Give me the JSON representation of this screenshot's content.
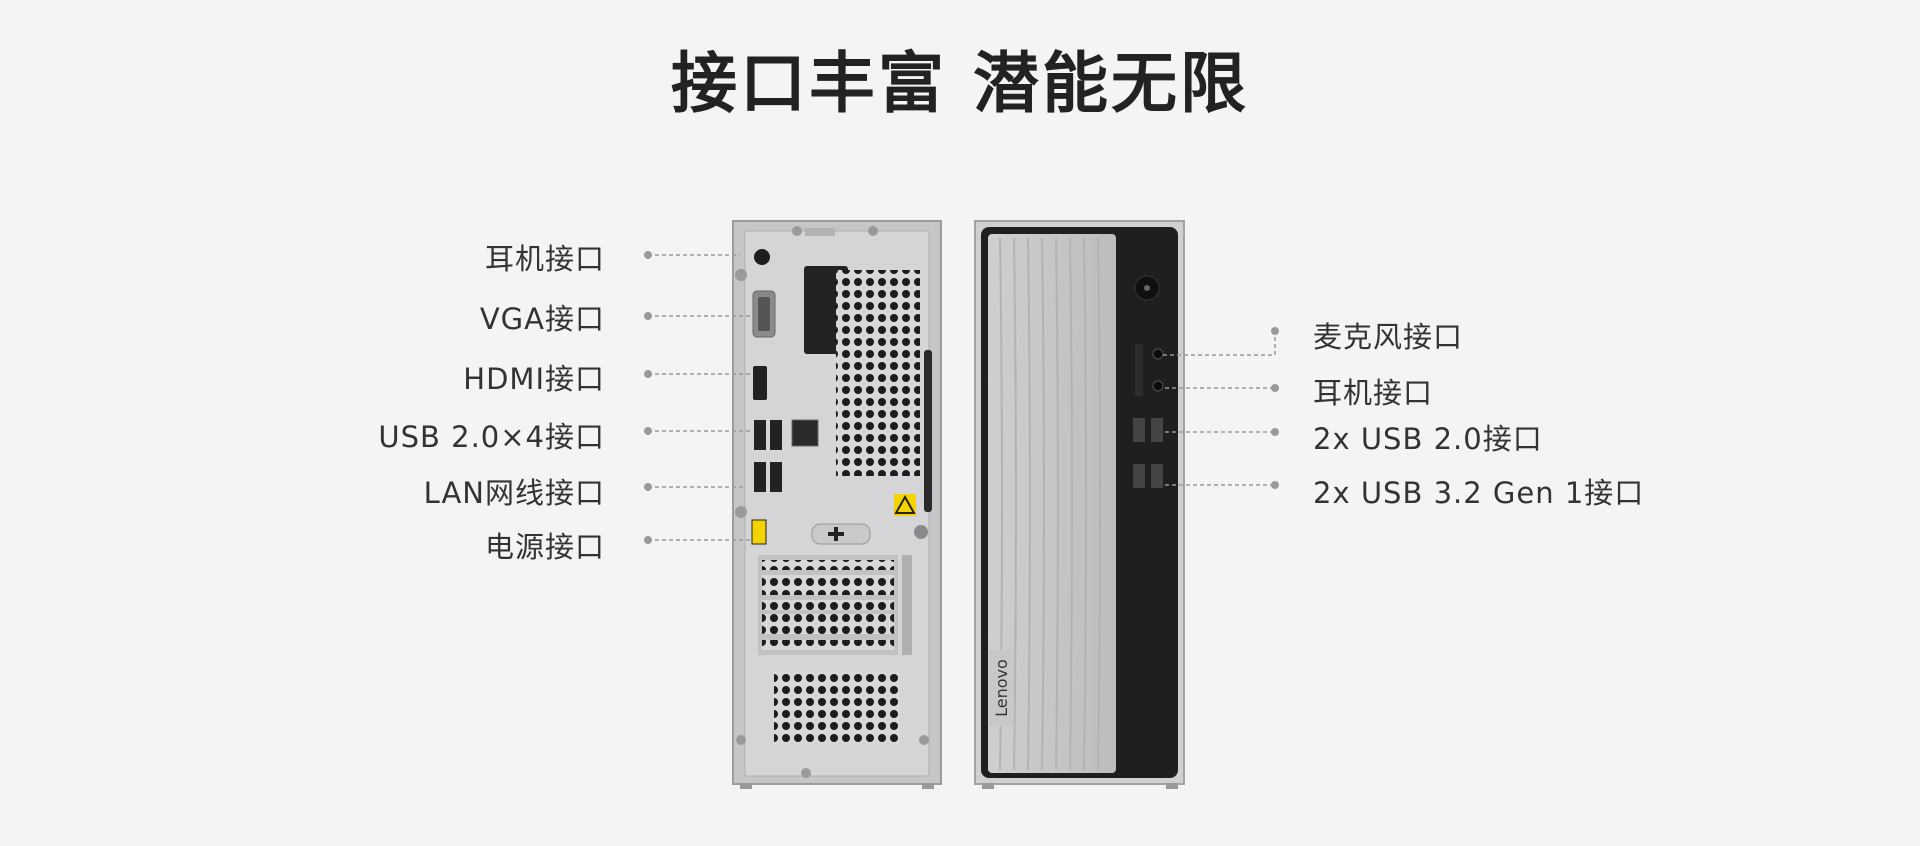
{
  "heading": "接口丰富 潜能无限",
  "left_labels": [
    "耳机接口",
    "VGA接口",
    "HDMI接口",
    "USB 2.0×4接口",
    "LAN网线接口",
    "电源接口"
  ],
  "right_labels": [
    "麦克风接口",
    "耳机接口",
    "2x USB 2.0接口",
    "2x USB 3.2 Gen 1接口"
  ],
  "front_panel": {
    "brand": "Lenovo"
  },
  "colors": {
    "background": "#f4f4f6",
    "chassis": "#c7c7c9",
    "front_black": "#1f1f1f",
    "warning": "#f3d300"
  }
}
